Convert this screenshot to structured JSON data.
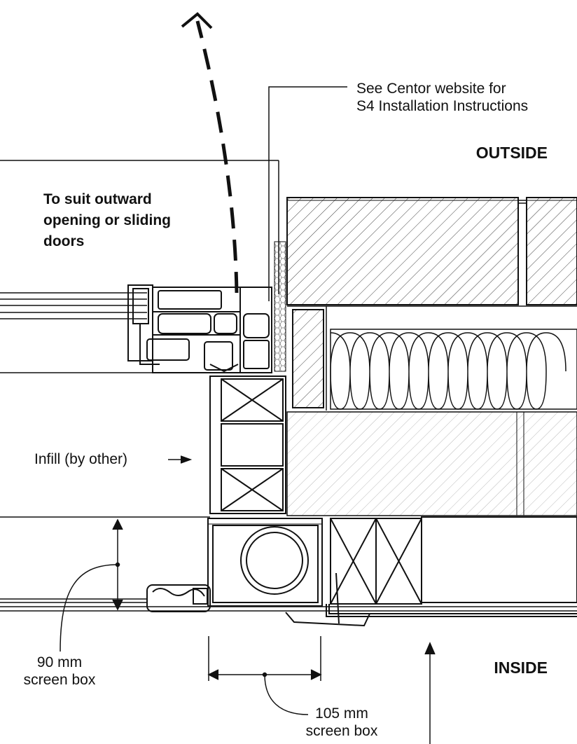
{
  "labels": {
    "reference_note_line1": "See Centor website for",
    "reference_note_line2": "S4 Installation Instructions",
    "outside": "OUTSIDE",
    "inside": "INSIDE",
    "door_note_line1": "To suit outward",
    "door_note_line2": "opening or sliding",
    "door_note_line3": "doors",
    "infill": "Infill (by other)",
    "dim_90_line1": "90 mm",
    "dim_90_line2": "screen box",
    "dim_105_line1": "105 mm",
    "dim_105_line2": "screen box"
  },
  "colors": {
    "ink": "#111111",
    "paper": "#ffffff"
  }
}
